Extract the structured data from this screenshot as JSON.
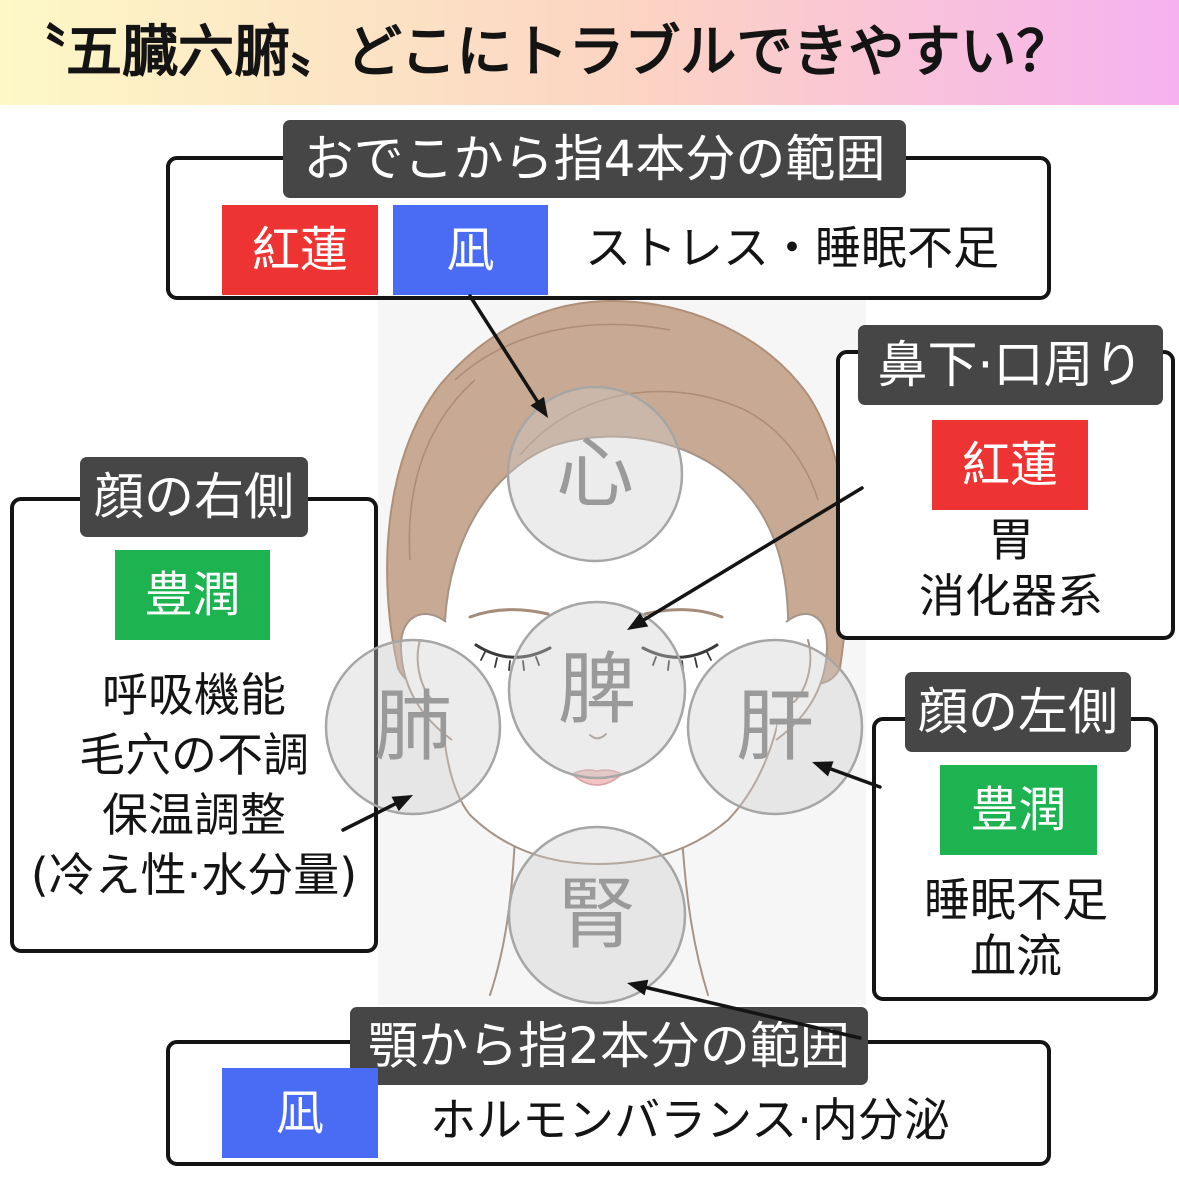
{
  "title": "〝五臓六腑〟どこにトラブルできやすい？",
  "colors": {
    "red": "#ee3333",
    "blue": "#4a6cf5",
    "green": "#1db350",
    "tab": "#464646",
    "hair": "#c8aa94",
    "title_left": "#fdf8c6",
    "title_mid": "#fcd3c3",
    "title_right": "#f6b2f0"
  },
  "zones": {
    "forehead": {
      "label": "おでこから指4本分の範囲",
      "tags": [
        "紅蓮",
        "凪"
      ],
      "text": "ストレス・睡眠不足"
    },
    "nose_mouth": {
      "label": "鼻下·口周り",
      "tags": [
        "紅蓮"
      ],
      "lines": [
        "胃",
        "消化器系"
      ]
    },
    "face_right": {
      "label": "顔の右側",
      "tags": [
        "豊潤"
      ],
      "lines": [
        "呼吸機能",
        "毛穴の不調",
        "保温調整",
        "(冷え性·水分量)"
      ]
    },
    "face_left": {
      "label": "顔の左側",
      "tags": [
        "豊潤"
      ],
      "lines": [
        "睡眠不足",
        "血流"
      ]
    },
    "chin": {
      "label": "顎から指2本分の範囲",
      "tags": [
        "凪"
      ],
      "text": "ホルモンバランス·内分泌"
    }
  },
  "organs": {
    "heart": "心",
    "spleen": "脾",
    "lung": "肺",
    "liver": "肝",
    "kidney": "腎"
  }
}
